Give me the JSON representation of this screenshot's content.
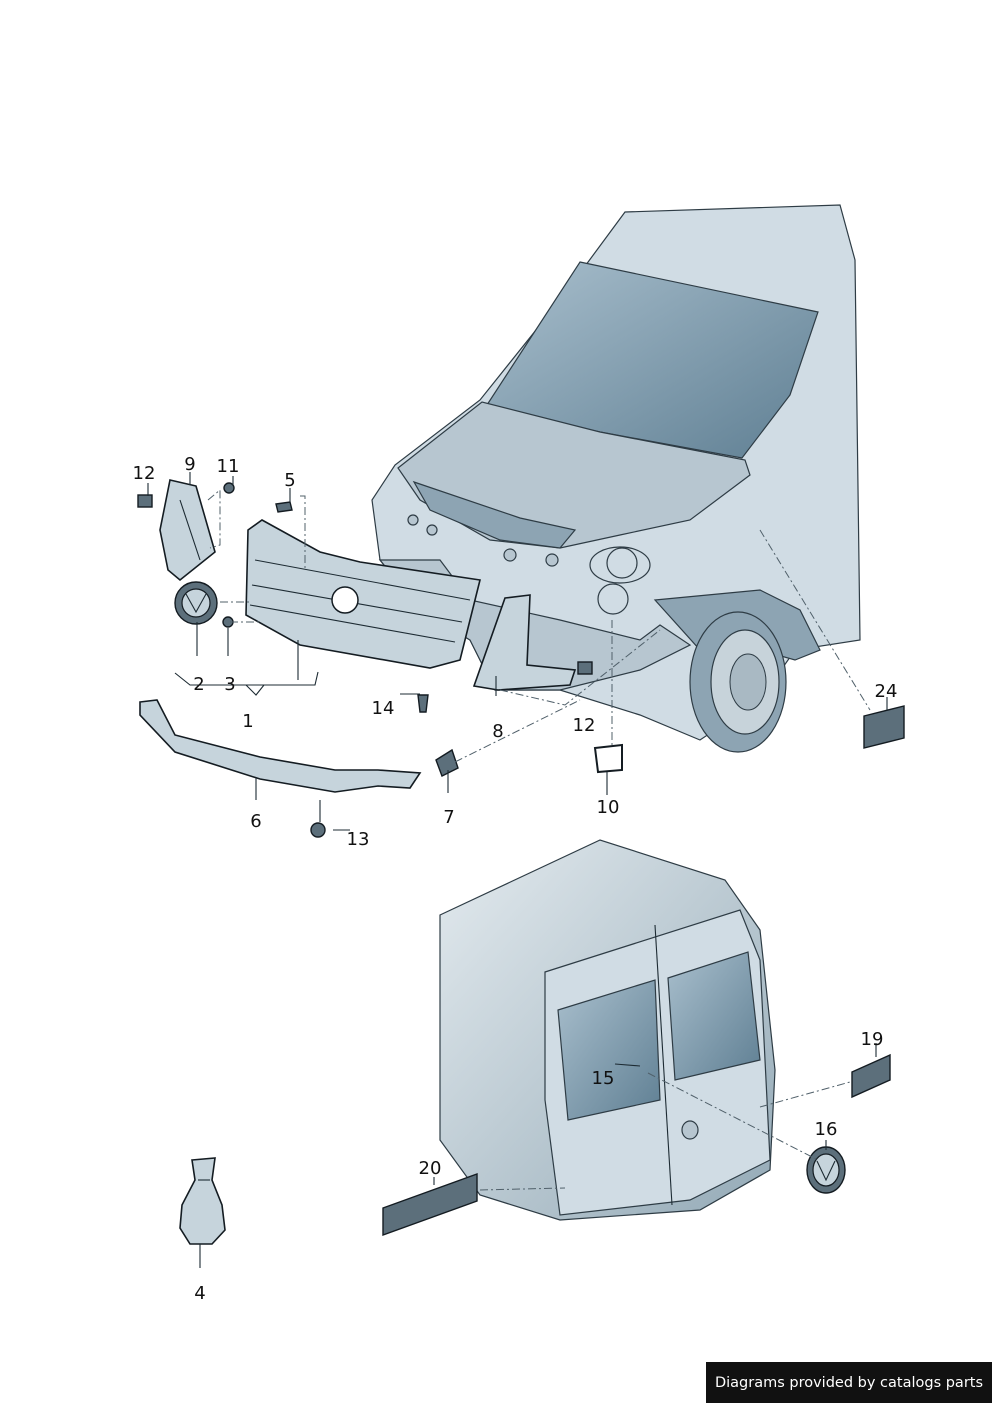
{
  "callouts": [
    "12",
    "9",
    "11",
    "5",
    "2",
    "3",
    "1",
    "14",
    "8",
    "12",
    "10",
    "24",
    "6",
    "7",
    "13",
    "19",
    "15",
    "16",
    "20",
    "4"
  ],
  "credit": "Diagrams provided by catalogs parts",
  "colors": {
    "body": "#b7c6d0",
    "outline": "#1d2b33",
    "credit_bg": "#111111"
  }
}
